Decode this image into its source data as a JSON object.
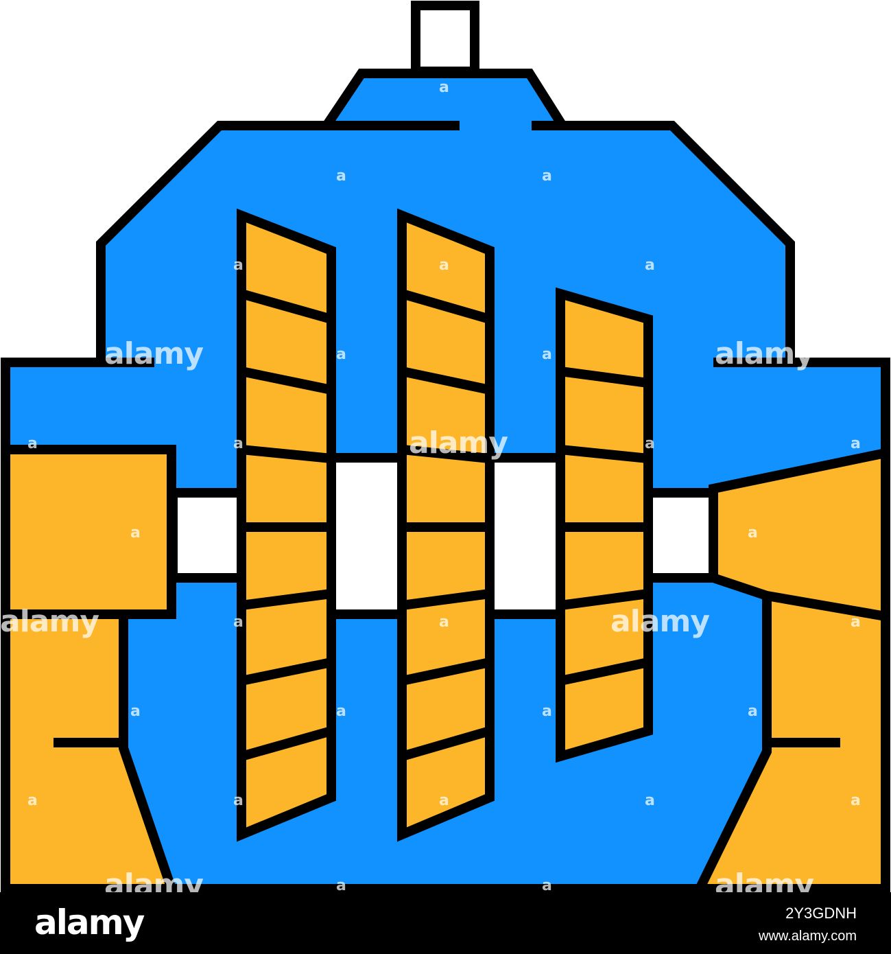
{
  "illustration": {
    "subject": "turbine-icon",
    "colors": {
      "outline": "#000000",
      "housing": "#1192ff",
      "blades": "#fdb629",
      "shaft": "#ffffff"
    }
  },
  "watermark": {
    "word": "alamy",
    "mark": "a"
  },
  "footer": {
    "logo_text": "alamy",
    "image_id": "2Y3GDNH",
    "url": "www.alamy.com"
  }
}
